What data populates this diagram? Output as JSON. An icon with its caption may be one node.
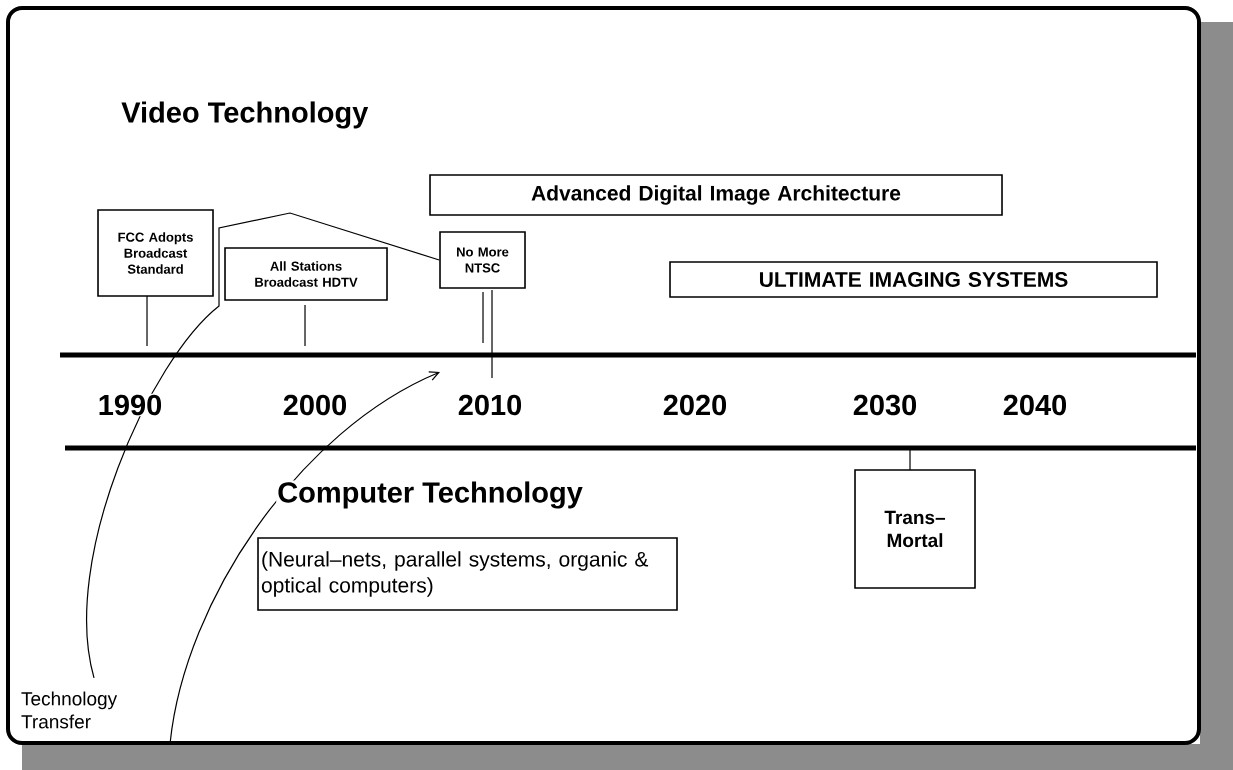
{
  "diagram": {
    "nodes": [
      {
        "text": [
          "FCC Adopts Broadcast Standard"
        ]
      },
      {
        "text": [
          "All Stations Broadcast HDTV"
        ]
      },
      {
        "text": [
          "No More NTSC"
        ]
      },
      {
        "text": [
          "Advanced Digital Image Architecture"
        ]
      },
      {
        "text": [
          "ULTIMATE IMAGING SYSTEMS"
        ]
      },
      {
        "text": [
          "(Neural–nets, parallel systems, organic & optical computers)"
        ]
      },
      {
        "text": [
          "Trans–Mortal"
        ]
      },
      {
        "text": [
          "Technology Transfer"
        ]
      }
    ],
    "edges": [
      {
        "from": 7,
        "to": 2,
        "arrow": "none"
      },
      {
        "from": 7,
        "to": null,
        "arrow": "to"
      }
    ],
    "labels": [
      "Video Technology",
      "1990",
      "2000",
      "2010",
      "2020",
      "2030",
      "2040",
      "Computer Technology"
    ]
  }
}
